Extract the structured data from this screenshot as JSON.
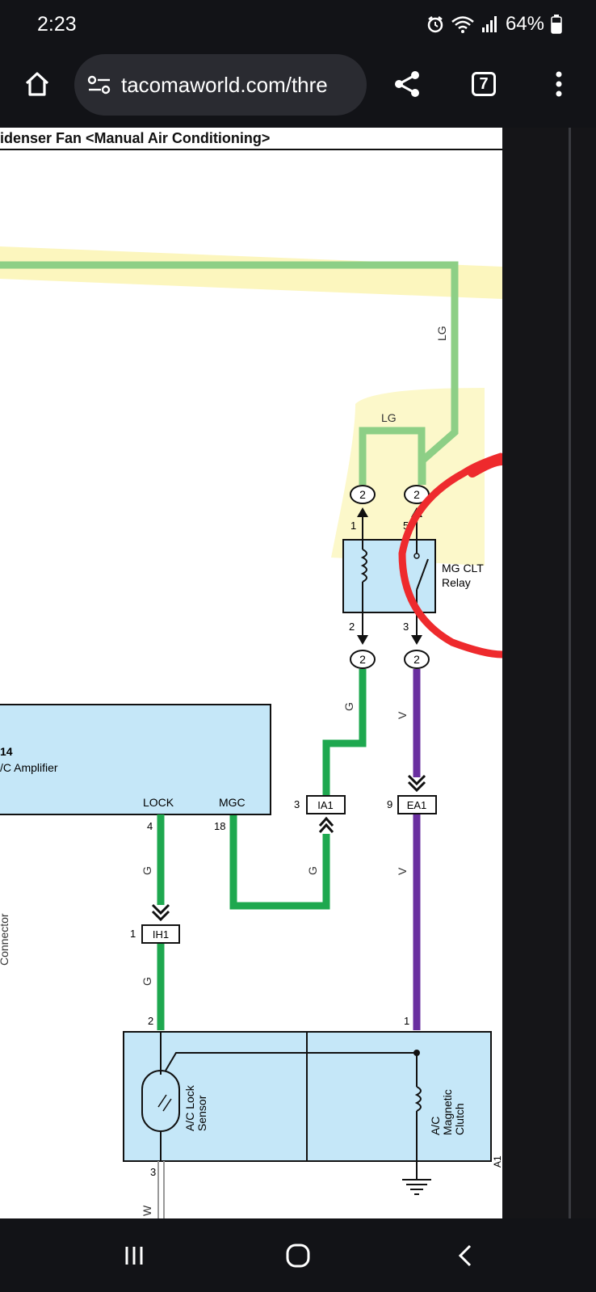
{
  "status": {
    "time": "2:23",
    "battery": "64%"
  },
  "browser": {
    "url": "tacomaworld.com/thre",
    "tab_count": "7"
  },
  "diagram": {
    "title": "idenser Fan <Manual Air Conditioning>",
    "wires": {
      "lg_top": "LG",
      "lg_relay": "LG",
      "g_upper": "G",
      "v_upper": "V",
      "g_lower_mid": "G",
      "v_lower": "V",
      "g_lock_upper": "G",
      "g_lock_lower": "G",
      "w_bottom": "W"
    },
    "connectors": {
      "relay_top_left": "2",
      "relay_top_right": "2",
      "relay_bottom_left": "2",
      "relay_bottom_right": "2",
      "ia1": "IA1",
      "ea1": "EA1",
      "ih1": "IH1"
    },
    "pins": {
      "relay_pin1": "1",
      "relay_pin5": "5",
      "relay_pin2": "2",
      "relay_pin3": "3",
      "ia1_pin": "3",
      "ea1_pin": "9",
      "lock_pin": "4",
      "mgc_pin": "18",
      "ih1_pin": "1",
      "sensor_pin2": "2",
      "clutch_pin1": "1",
      "sensor_pin3": "3"
    },
    "relay_label_1": "MG CLT",
    "relay_label_2": "Relay",
    "amplifier_number": "14",
    "amplifier_name": "/C Amplifier",
    "lock_label": "LOCK",
    "mgc_label": "MGC",
    "left_edge_text": "Connector",
    "sensor_label_1": "A/C Lock",
    "sensor_label_2": "Sensor",
    "clutch_label_1": "A/C",
    "clutch_label_2": "Magnetic",
    "clutch_label_3": "Clutch",
    "edge_ref": "A1"
  },
  "colors": {
    "light_green_wire": "#8dcf86",
    "green_wire": "#1ea84f",
    "violet_wire": "#6a2fa0",
    "component_fill": "#c5e7f8",
    "highlight": "#fbf5b3",
    "red_circle": "#ee2a2d"
  },
  "icons": [
    "alarm-icon",
    "wifi-icon",
    "signal-icon",
    "battery-icon",
    "home-icon",
    "site-settings-icon",
    "share-icon",
    "tabs-icon",
    "more-icon",
    "recents-icon",
    "home-nav-icon",
    "back-icon"
  ]
}
